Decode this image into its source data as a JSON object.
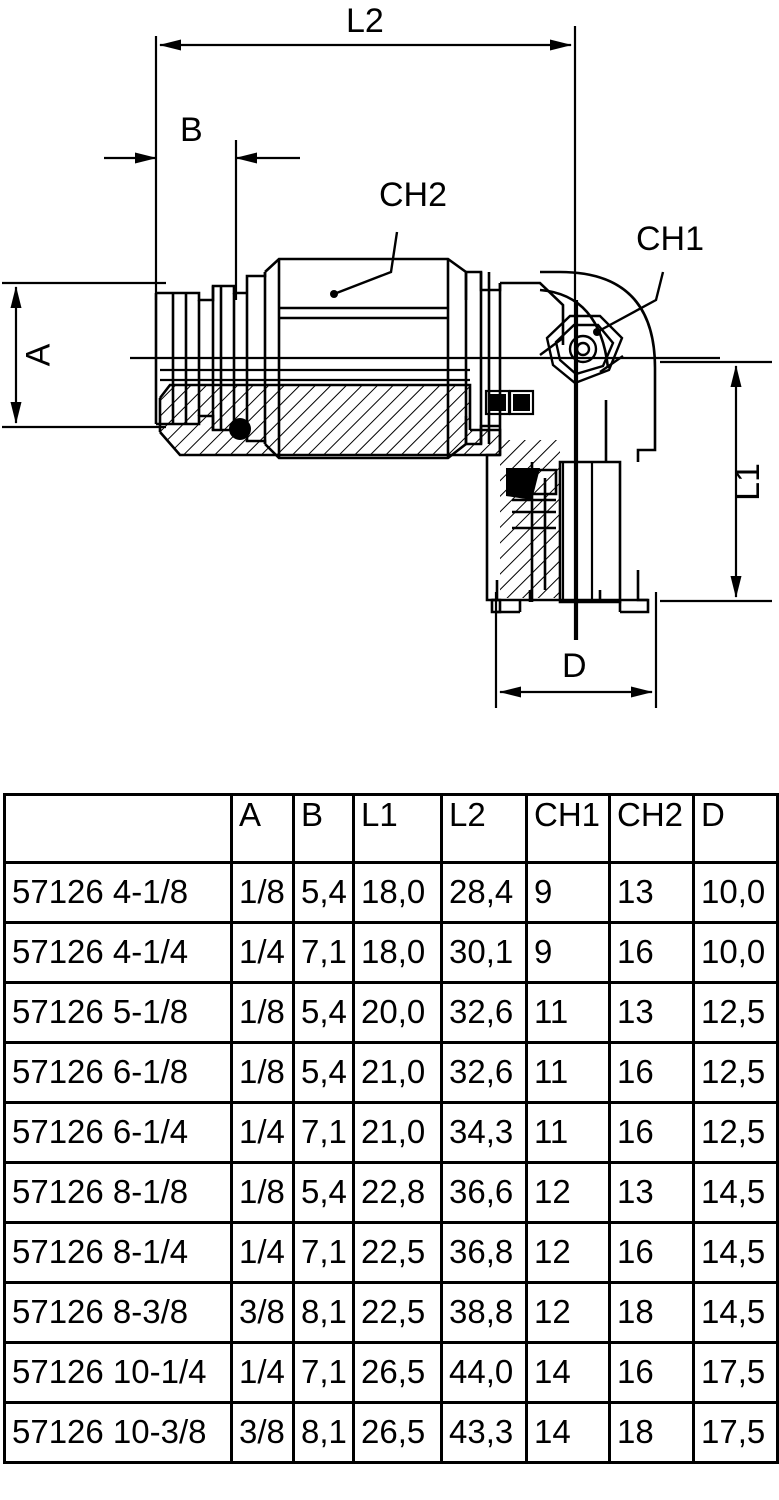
{
  "drawing": {
    "title": "90 degree elbow push-in fitting cross-section drawing",
    "labels": {
      "l2": "L2",
      "b": "B",
      "a": "A",
      "ch1": "CH1",
      "ch2": "CH2",
      "l1": "L1",
      "d": "D"
    }
  },
  "table": {
    "headers": [
      "",
      "A",
      "B",
      "L1",
      "L2",
      "CH1",
      "CH2",
      "D"
    ],
    "rows": [
      {
        "part": "57126 4-1/8",
        "A": "1/8",
        "B": "5,4",
        "L1": "18,0",
        "L2": "28,4",
        "CH1": "9",
        "CH2": "13",
        "D": "10,0"
      },
      {
        "part": "57126 4-1/4",
        "A": "1/4",
        "B": "7,1",
        "L1": "18,0",
        "L2": "30,1",
        "CH1": "9",
        "CH2": "16",
        "D": "10,0"
      },
      {
        "part": "57126 5-1/8",
        "A": "1/8",
        "B": "5,4",
        "L1": "20,0",
        "L2": "32,6",
        "CH1": "11",
        "CH2": "13",
        "D": "12,5"
      },
      {
        "part": "57126 6-1/8",
        "A": "1/8",
        "B": "5,4",
        "L1": "21,0",
        "L2": "32,6",
        "CH1": "11",
        "CH2": "16",
        "D": "12,5"
      },
      {
        "part": "57126 6-1/4",
        "A": "1/4",
        "B": "7,1",
        "L1": "21,0",
        "L2": "34,3",
        "CH1": "11",
        "CH2": "16",
        "D": "12,5"
      },
      {
        "part": "57126 8-1/8",
        "A": "1/8",
        "B": "5,4",
        "L1": "22,8",
        "L2": "36,6",
        "CH1": "12",
        "CH2": "13",
        "D": "14,5"
      },
      {
        "part": "57126 8-1/4",
        "A": "1/4",
        "B": "7,1",
        "L1": "22,5",
        "L2": "36,8",
        "CH1": "12",
        "CH2": "16",
        "D": "14,5"
      },
      {
        "part": "57126 8-3/8",
        "A": "3/8",
        "B": "8,1",
        "L1": "22,5",
        "L2": "38,8",
        "CH1": "12",
        "CH2": "18",
        "D": "14,5"
      },
      {
        "part": "57126 10-1/4",
        "A": "1/4",
        "B": "7,1",
        "L1": "26,5",
        "L2": "44,0",
        "CH1": "14",
        "CH2": "16",
        "D": "17,5"
      },
      {
        "part": "57126 10-3/8",
        "A": "3/8",
        "B": "8,1",
        "L1": "26,5",
        "L2": "43,3",
        "CH1": "14",
        "CH2": "18",
        "D": "17,5"
      }
    ]
  },
  "colors": {
    "line": "#000000",
    "background": "#ffffff"
  }
}
